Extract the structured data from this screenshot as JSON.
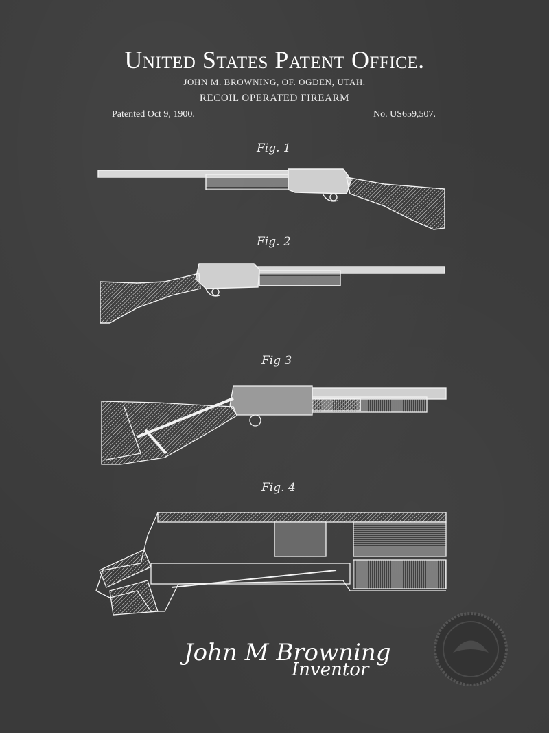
{
  "header": {
    "title": "United States Patent Office.",
    "inventor_line": "JOHN M. BROWNING, OF. OGDEN, UTAH.",
    "invention_title": "RECOIL OPERATED FIREARM",
    "patent_date": "Patented Oct 9, 1900.",
    "patent_number": "No. US659,507."
  },
  "figures": [
    {
      "label": "Fig. 1"
    },
    {
      "label": "Fig. 2"
    },
    {
      "label": "Fig 3"
    },
    {
      "label": "Fig. 4"
    }
  ],
  "signature": {
    "name": "John M Browning",
    "role": "Inventor"
  },
  "colors": {
    "background": "#3a3a3a",
    "ink": "#f2f2f2"
  },
  "seal": {
    "icon": "eagle-seal-icon"
  }
}
